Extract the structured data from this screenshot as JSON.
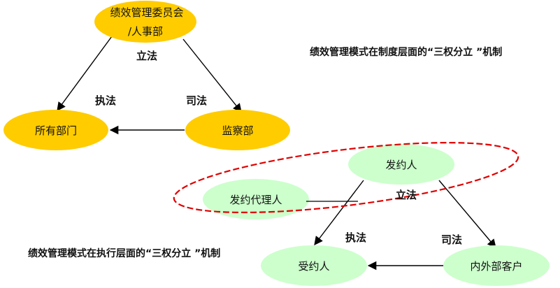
{
  "colors": {
    "node_fill_institutional": "#FFCC00",
    "node_fill_execution": "#CCFFCC",
    "arrow_color": "#000000",
    "highlight_ellipse": "#E00000"
  },
  "top_diagram": {
    "nodes": {
      "committee_line1": "绩效管理委员会",
      "committee_line2": "/人事部",
      "all_departments": "所有部门",
      "supervision": "监察部"
    },
    "edges": {
      "legislation": "立法",
      "enforcement": "执法",
      "judiciary": "司法"
    },
    "caption": "绩效管理模式在制度层面的“三权分立 ”机制"
  },
  "bottom_diagram": {
    "nodes": {
      "issuer": "发约人",
      "issuer_agent": "发约代理人",
      "recipient": "受约人",
      "customers": "内外部客户"
    },
    "edges": {
      "legislation": "立法",
      "enforcement": "执法",
      "judiciary": "司法"
    },
    "caption": "绩效管理模式在执行层面的“三权分立 ”机制"
  }
}
